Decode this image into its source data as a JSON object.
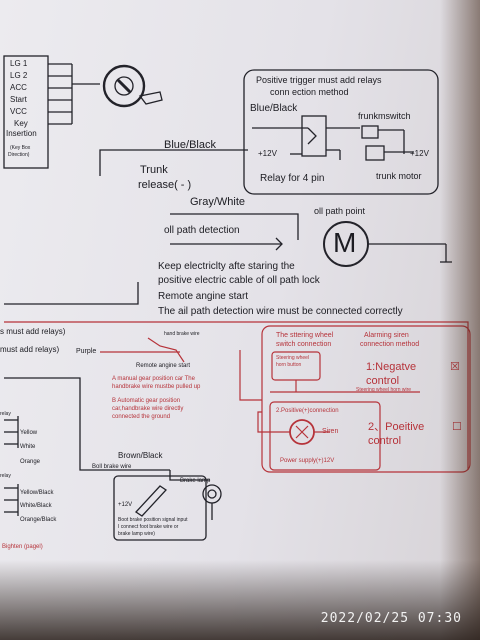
{
  "key_box": {
    "items": [
      "LG 1",
      "LG 2",
      "ACC",
      "Start",
      "VCC",
      "Key",
      "Insertion"
    ],
    "caption": [
      "(Key Box",
      "Direction)"
    ]
  },
  "relay_box": {
    "title_1": "Positive trigger must add relays",
    "title_2": "conn ection method",
    "wire": "Blue/Black",
    "switch_label": "frunkmswitch",
    "v_left": "+12V",
    "v_right": "+12V",
    "caption": "Relay for 4 pin",
    "motor_label": "trunk motor"
  },
  "trunk": {
    "wire": "Blue/Black",
    "line1": "Trunk",
    "line2": "release( - )"
  },
  "oil": {
    "wire": "Gray/White",
    "point_label": "oll path point",
    "motor_letter": "M",
    "detection": "oll path detection",
    "keep1": "Keep electriclty afte staring the",
    "keep2": "positive electric cable of oll path lock",
    "remote": "Remote angine start",
    "note": "The ail path detection wire must be connected correctly"
  },
  "handbrake": {
    "left1": "s must add relays)",
    "left2": "must add relays)",
    "purple": "Purple",
    "wire_label": "hand brake wire",
    "remote_start": "Remote angine start",
    "note_a1": "A manual gear position car The",
    "note_a2": "handbrake wire mustbe pulled up",
    "note_b1": "B Automatic gear position",
    "note_b2": "car,handbrake wire directly",
    "note_b3": "connected the ground"
  },
  "siren_box": {
    "col1_1": "The sttering wheel",
    "col1_2": "switch connection",
    "col2_1": "Alarming siren",
    "col2_2": "connection method",
    "steer_btn_1": "Steering wheel",
    "steer_btn_2": "horn button",
    "opt1_1": "1:Negatve",
    "opt1_2": "control",
    "opt1_mark": "☒",
    "steer_wire": "Steering wheel horn wire",
    "opt2_head": "2.Positive(+)connection",
    "siren": "Siren",
    "power": "Power supply(+)12V",
    "opt2_1": "2、Poeitive",
    "opt2_2": "control",
    "opt2_mark": "☐"
  },
  "left_wires": [
    "relay",
    "Yellow",
    "White",
    "Orange",
    "relay",
    "Yellow/Black",
    "White/Black",
    "Orange/Black",
    "Bighten (pagel)"
  ],
  "brake": {
    "wire": "Brown/Black",
    "wire2": "Boll brake wire",
    "lamp": "Brake lamp",
    "v": "+12V",
    "note1": "Boot brake position signal input",
    "note2": "I connect foot brake wire or",
    "note3": "brake lamp wire)"
  },
  "timestamp": "2022/02/25  07:30"
}
